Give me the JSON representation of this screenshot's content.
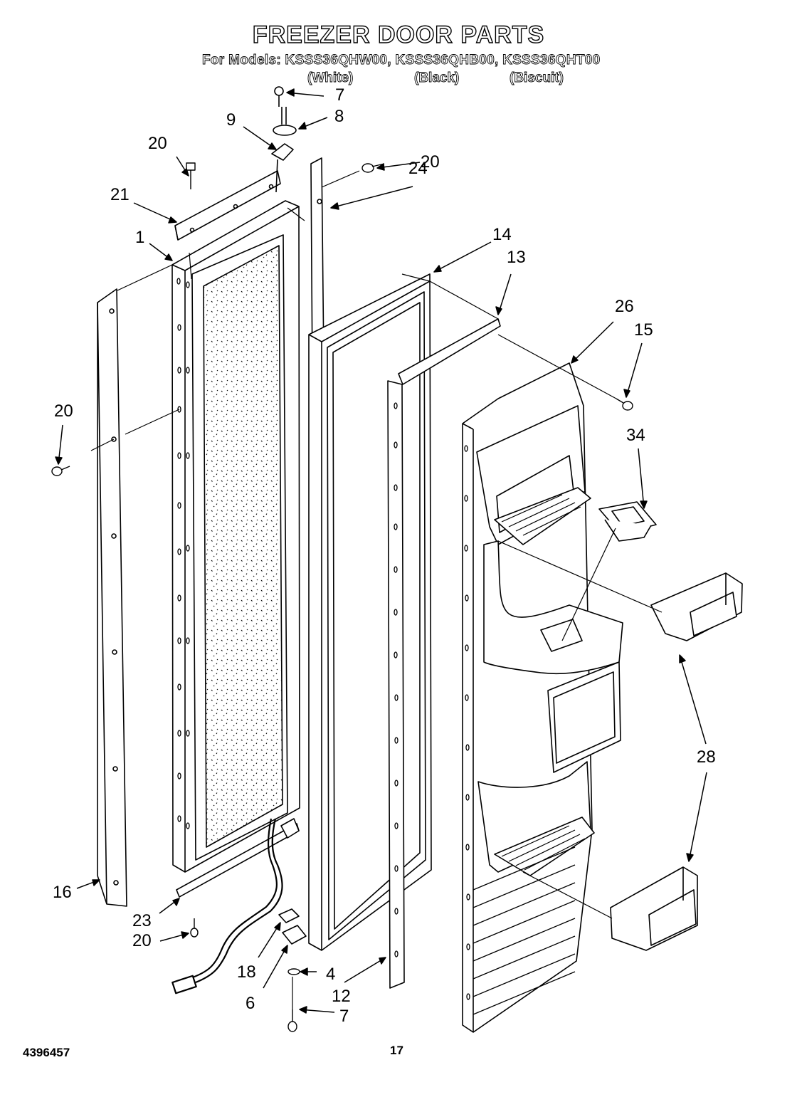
{
  "header": {
    "title": "FREEZER DOOR PARTS",
    "models_line": "For Models: KSSS36QHW00, KSSS36QHB00, KSSS36QHT00",
    "variants": [
      "(White)",
      "(Black)",
      "(Biscuit)"
    ]
  },
  "footer": {
    "document_number": "4396457",
    "page_number": "17"
  },
  "callouts": [
    "7",
    "8",
    "9",
    "20",
    "20",
    "24",
    "21",
    "1",
    "14",
    "13",
    "26",
    "15",
    "34",
    "20",
    "28",
    "16",
    "23",
    "20",
    "18",
    "4",
    "6",
    "12",
    "7"
  ]
}
